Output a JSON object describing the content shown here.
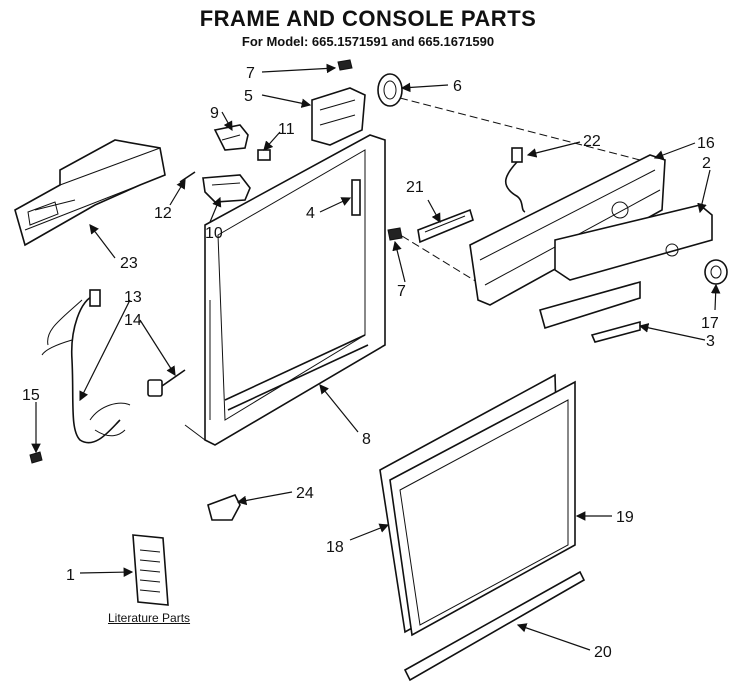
{
  "title": "FRAME AND CONSOLE PARTS",
  "subtitle": "For Model: 665.1571591 and 665.1671590",
  "literature_label": "Literature Parts",
  "callouts": [
    "1",
    "2",
    "3",
    "4",
    "5",
    "6",
    "7",
    "7",
    "8",
    "9",
    "10",
    "11",
    "12",
    "13",
    "14",
    "15",
    "16",
    "17",
    "18",
    "19",
    "20",
    "21",
    "22",
    "23",
    "24"
  ]
}
